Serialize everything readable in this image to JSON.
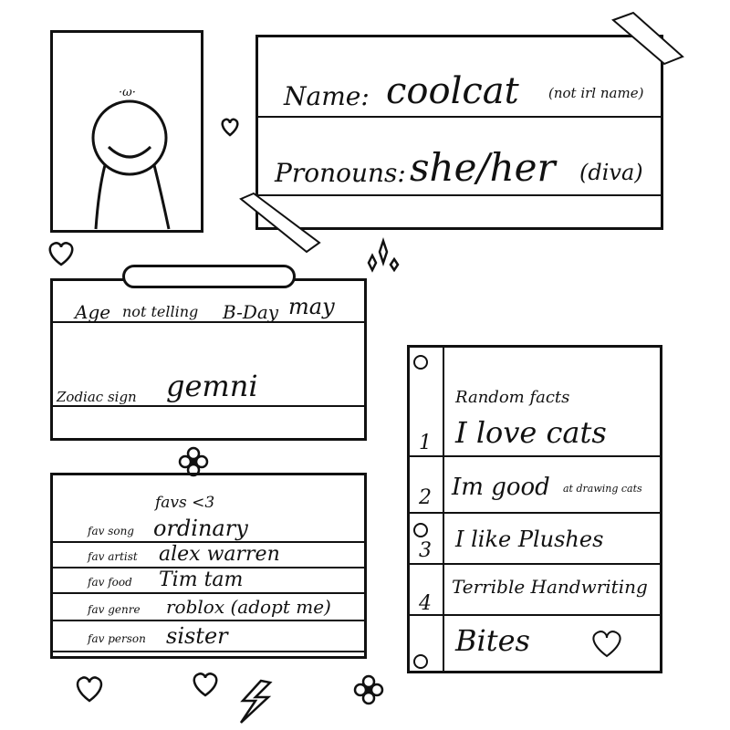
{
  "profile": {
    "name_label": "Name:",
    "name_value": "coolcat",
    "name_note": "(not irl name)",
    "pronouns_label": "Pronouns:",
    "pronouns_value": "she/her",
    "pronouns_note": "(diva)"
  },
  "avatar": {
    "face": "·ω·"
  },
  "info": {
    "age_label": "Age",
    "age_value": "not telling",
    "bday_label": "B-Day",
    "bday_value": "may",
    "zodiac_label": "Zodiac sign",
    "zodiac_value": "gemni"
  },
  "favs": {
    "title": "favs <3",
    "rows": [
      {
        "label": "fav song",
        "value": "ordinary"
      },
      {
        "label": "fav artist",
        "value": "alex warren"
      },
      {
        "label": "fav food",
        "value": "Tim tam"
      },
      {
        "label": "fav genre",
        "value": "roblox (adopt me)"
      },
      {
        "label": "fav person",
        "value": "sister"
      }
    ]
  },
  "facts": {
    "title": "Random facts",
    "items": [
      {
        "num": "1",
        "text": "I love cats",
        "note": ""
      },
      {
        "num": "2",
        "text": "Im good",
        "note": "at drawing cats"
      },
      {
        "num": "3",
        "text": "I like Plushes",
        "note": ""
      },
      {
        "num": "4",
        "text": "Terrible Handwriting",
        "note": ""
      },
      {
        "num": "",
        "text": "Bites",
        "note": ""
      }
    ]
  }
}
